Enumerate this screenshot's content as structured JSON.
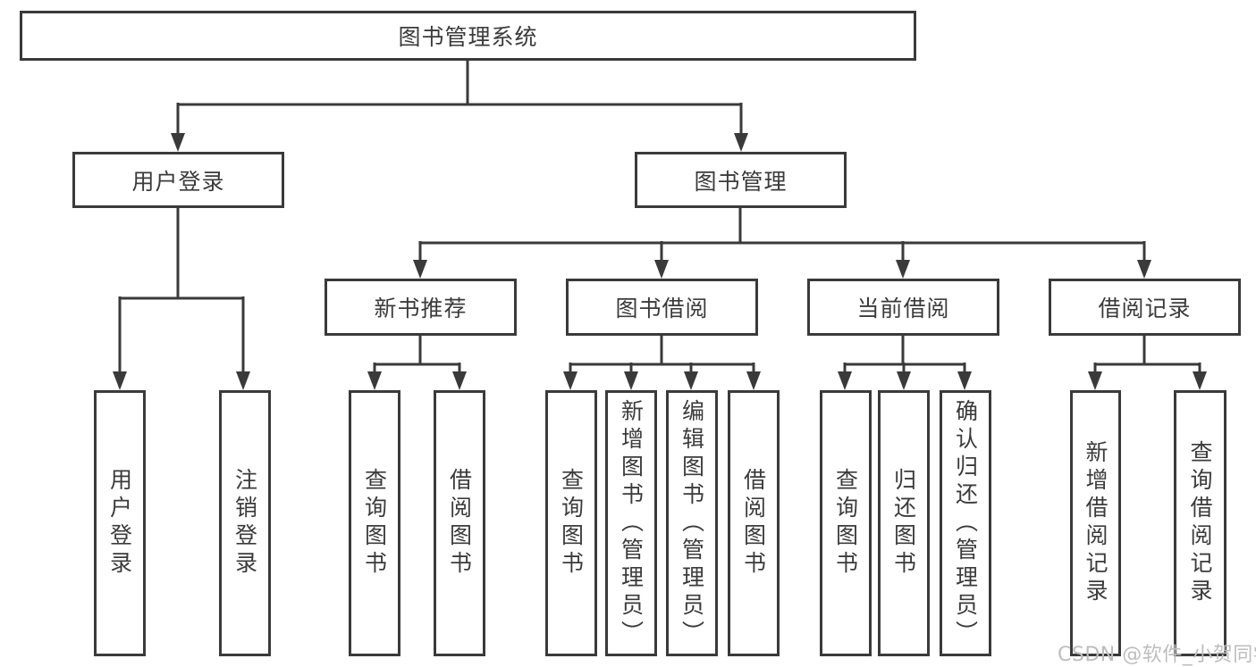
{
  "diagram": {
    "title": "图书管理系统",
    "type": "functional-structure-tree",
    "colors": {
      "line": "#3a3a3a",
      "box_border": "#3a3a3a",
      "text": "#3b3b3b",
      "background": "#ffffff",
      "watermark": "#bdbdbd"
    },
    "nodes": {
      "root": {
        "label": "图书管理系统"
      },
      "level2": [
        {
          "label": "用户登录",
          "parent": "图书管理系统"
        },
        {
          "label": "图书管理",
          "parent": "图书管理系统"
        }
      ],
      "level3": [
        {
          "label": "新书推荐",
          "parent": "图书管理"
        },
        {
          "label": "图书借阅",
          "parent": "图书管理"
        },
        {
          "label": "当前借阅",
          "parent": "图书管理"
        },
        {
          "label": "借阅记录",
          "parent": "图书管理"
        }
      ],
      "level4": [
        {
          "label": "用户登录",
          "parent": "用户登录"
        },
        {
          "label": "注销登录",
          "parent": "用户登录"
        },
        {
          "label": "查询图书",
          "parent": "新书推荐"
        },
        {
          "label": "借阅图书",
          "parent": "新书推荐"
        },
        {
          "label": "查询图书",
          "parent": "图书借阅"
        },
        {
          "label": "新增图书（管理员）",
          "parent": "图书借阅"
        },
        {
          "label": "编辑图书（管理员）",
          "parent": "图书借阅"
        },
        {
          "label": "借阅图书",
          "parent": "图书借阅"
        },
        {
          "label": "查询图书",
          "parent": "当前借阅"
        },
        {
          "label": "归还图书",
          "parent": "当前借阅"
        },
        {
          "label": "确认归还（管理员）",
          "parent": "当前借阅"
        },
        {
          "label": "新增借阅记录",
          "parent": "借阅记录"
        },
        {
          "label": "查询借阅记录",
          "parent": "借阅记录"
        }
      ]
    },
    "watermark": "CSDN @软件_小贺同学"
  }
}
